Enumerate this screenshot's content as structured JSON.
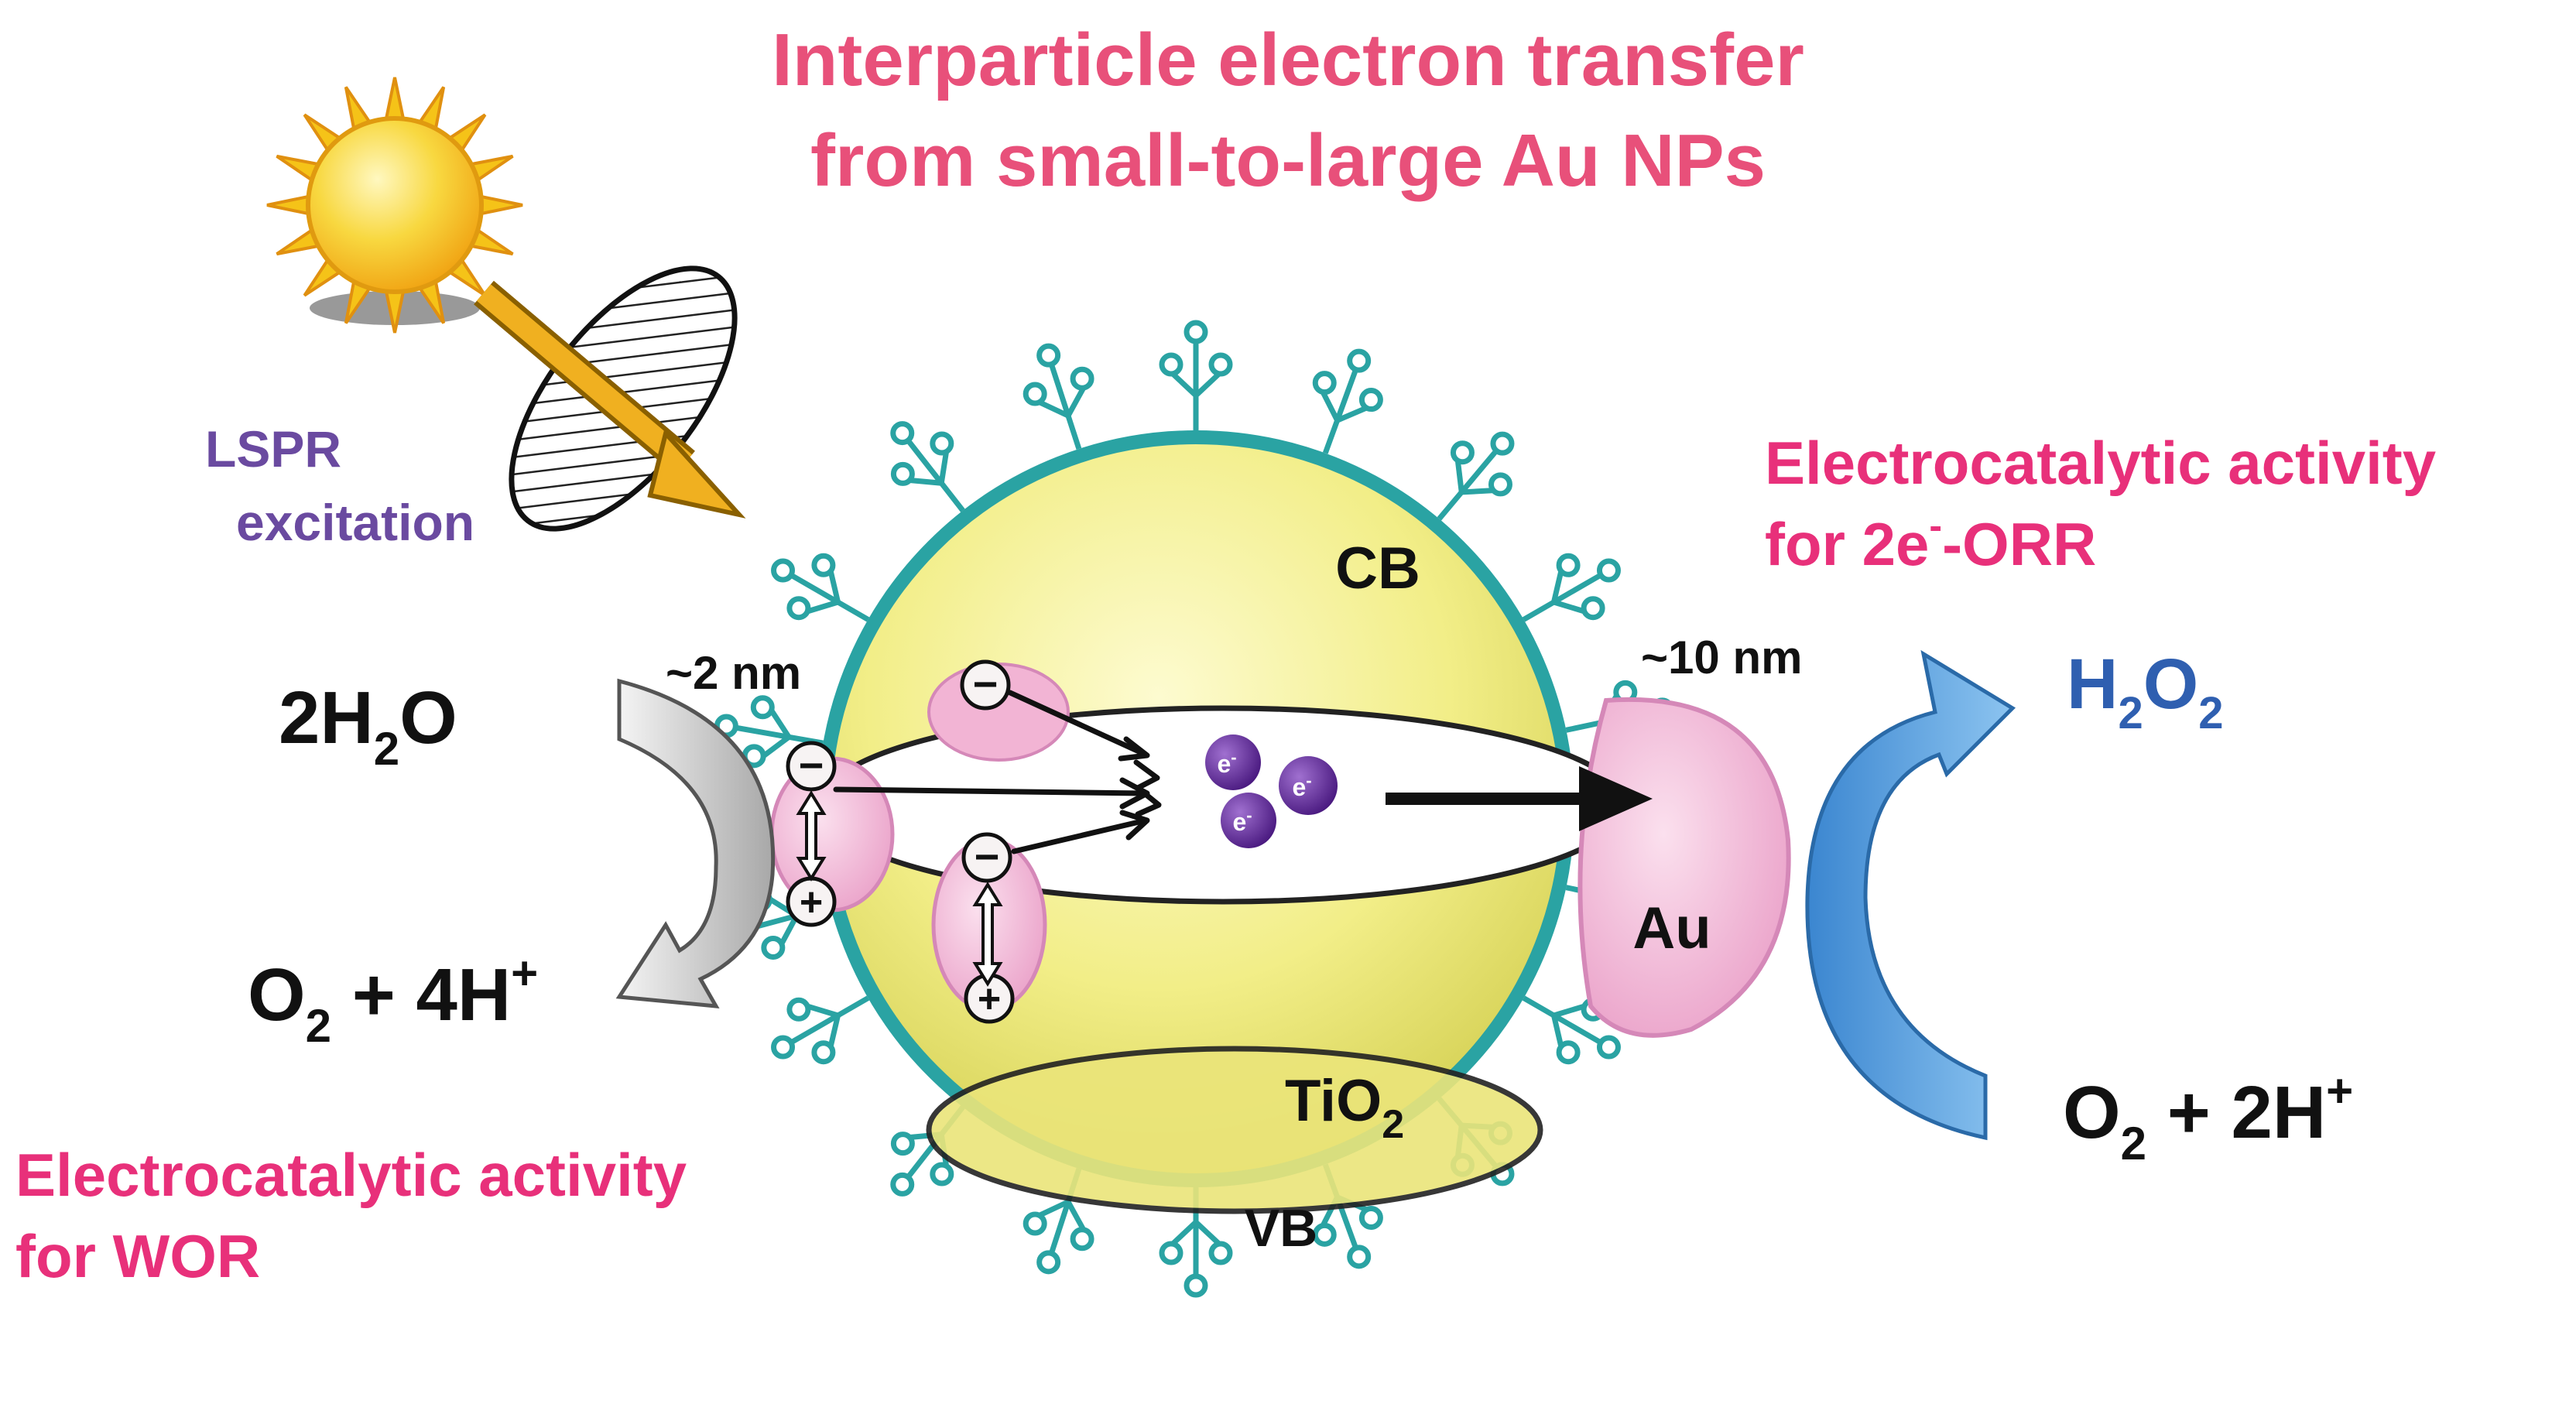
{
  "title": {
    "line1": "Interparticle electron transfer",
    "line2": "from small-to-large Au NPs"
  },
  "excitation": {
    "line1": "LSPR",
    "line2": "excitation"
  },
  "particle": {
    "cb": "CB",
    "vb": "VB",
    "tio2_main": "TiO",
    "tio2_sub": "2",
    "au": "Au",
    "small_size": "~2 nm",
    "large_size": "~10 nm",
    "electron": "e",
    "electron_sup": "-",
    "minus": "−",
    "plus": "+"
  },
  "left_reaction": {
    "reactant_pre": "2H",
    "reactant_sub": "2",
    "reactant_post": "O",
    "product_pre": "O",
    "product_sub": "2",
    "product_post": " + 4H",
    "product_sup": "+",
    "activity_line1": "Electrocatalytic activity",
    "activity_line2": "for WOR"
  },
  "right_reaction": {
    "product_h": "H",
    "product_sub1": "2",
    "product_o": "O",
    "product_sub2": "2",
    "reactant_pre": "O",
    "reactant_sub": "2",
    "reactant_post": " + 2H",
    "reactant_sup": "+",
    "activity_line1": "Electrocatalytic activity",
    "activity_line2_pre": "for 2e",
    "activity_line2_sup": "-",
    "activity_line2_post": "-ORR"
  },
  "colors": {
    "title": "#e8507a",
    "excitation": "#6a4aa0",
    "activity": "#e8307a",
    "h2o2": "#2f5fb0",
    "sphere": "#f2ee88",
    "shell": "#2aa3a3",
    "au": "#f2b4d4",
    "electron": "#5a2a90",
    "sun": "#f5c318",
    "beam": "#f0b020",
    "blue_arrow": "#5aa6e0"
  },
  "icons": [
    "sun-icon",
    "polarization-ellipse-icon",
    "curved-arrow-icon",
    "electron-icon"
  ]
}
